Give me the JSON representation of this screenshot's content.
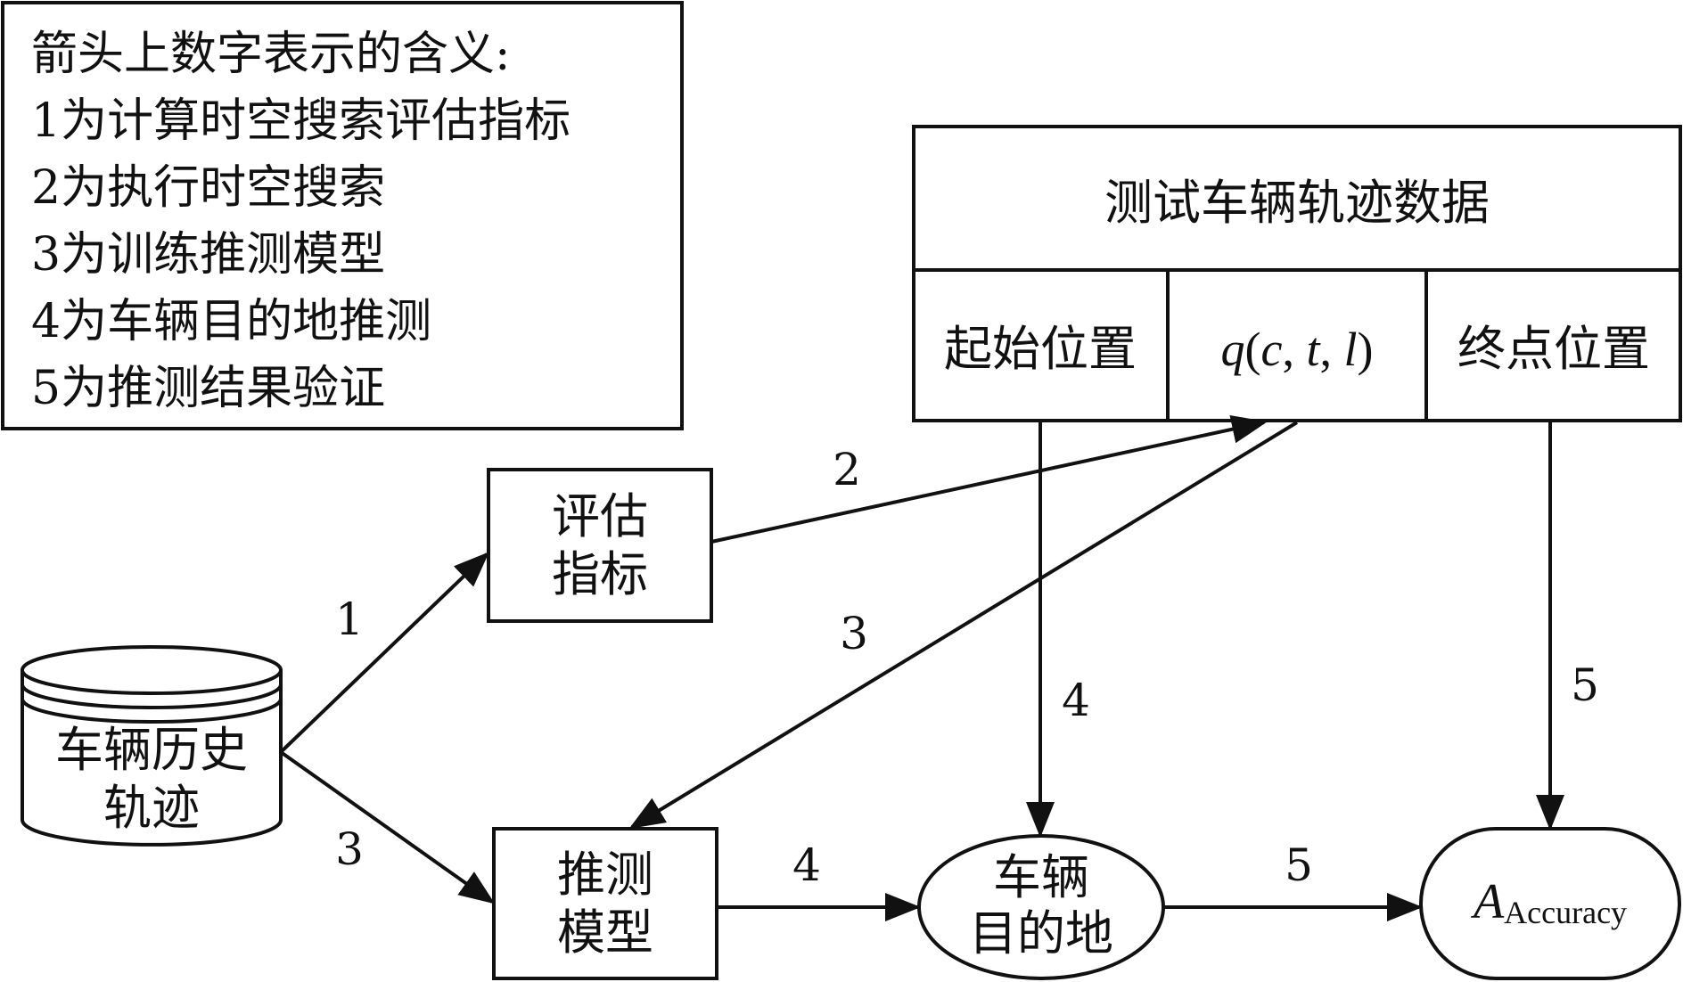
{
  "legend": {
    "title": "箭头上数字表示的含义:",
    "lines": [
      "1为计算时空搜索评估指标",
      "2为执行时空搜索",
      "3为训练推测模型",
      "4为车辆目的地推测",
      "5为推测结果验证"
    ]
  },
  "test_data": {
    "title": "测试车辆轨迹数据",
    "start": "起始位置",
    "query": {
      "func": "q",
      "open": "(",
      "c": "c",
      "sep1": ", ",
      "t": "t",
      "sep2": ", ",
      "l": "l",
      "close": ")"
    },
    "end": "终点位置"
  },
  "nodes": {
    "history": [
      "车辆历史",
      "轨迹"
    ],
    "metric": [
      "评估",
      "指标"
    ],
    "model": [
      "推测",
      "模型"
    ],
    "destination": [
      "车辆",
      "目的地"
    ],
    "accuracy": {
      "symbol": "A",
      "subscript": "Accuracy"
    }
  },
  "edge_labels": {
    "history_to_metric": "1",
    "metric_to_query": "2",
    "query_to_model": "3",
    "history_to_model": "3",
    "start_to_destination": "4",
    "model_to_destination": "4",
    "end_to_accuracy": "5",
    "destination_to_accuracy": "5"
  }
}
